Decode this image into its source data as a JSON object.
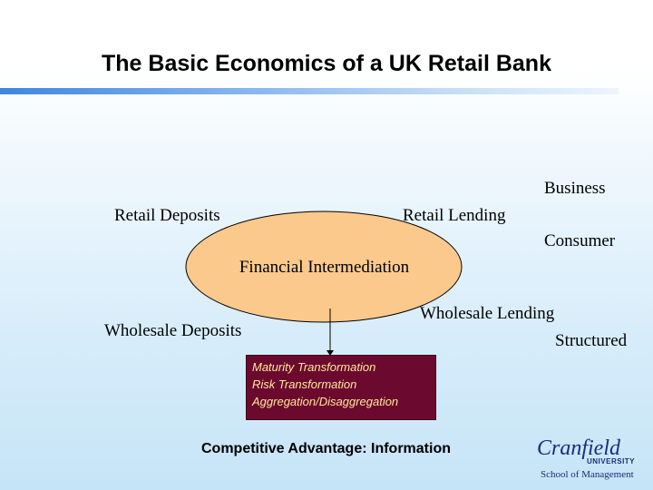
{
  "title": "The Basic Economics of a UK Retail Bank",
  "labels": {
    "retail_deposits": "Retail Deposits",
    "retail_lending": "Retail Lending",
    "business": "Business",
    "consumer": "Consumer",
    "wholesale_deposits": "Wholesale Deposits",
    "wholesale_lending": "Wholesale Lending",
    "structured": "Structured"
  },
  "center": "Financial Intermediation",
  "transformations": [
    "Maturity Transformation",
    "Risk Transformation",
    "Aggregation/Disaggregation"
  ],
  "footer": "Competitive Advantage: Information",
  "logo": {
    "word": "Cranfield",
    "university": "UNIVERSITY",
    "school": "School of Management"
  },
  "colors": {
    "ellipse_fill": "#fcc98d",
    "box_fill": "#6b0a2e",
    "box_text": "#ffe89a",
    "title_rule": "#3f86e0",
    "logo": "#1a2c7a"
  }
}
